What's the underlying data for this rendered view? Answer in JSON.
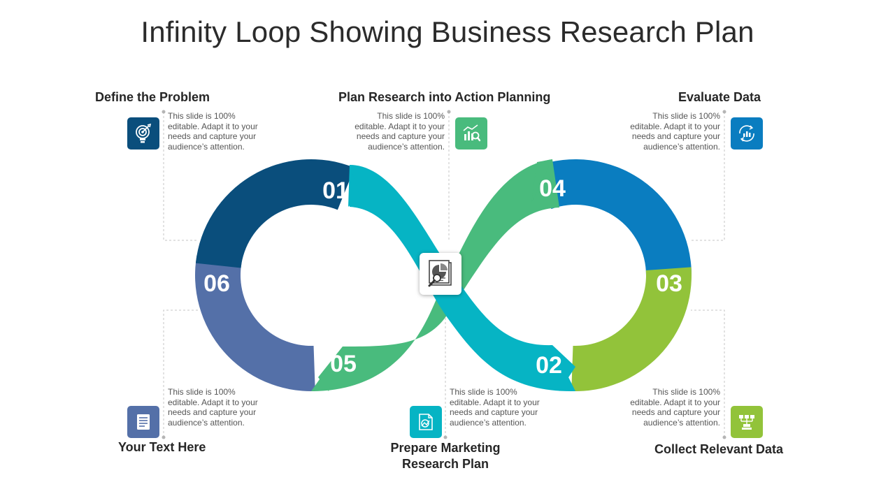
{
  "title": "Infinity Loop Showing Business Research Plan",
  "description_text": "This slide is 100% editable. Adapt it to your needs and capture your audience’s attention.",
  "steps": [
    {
      "number": "01",
      "heading": "Define the Problem",
      "color": "#0a4e7c",
      "icon": "target-bulb-icon"
    },
    {
      "number": "02",
      "heading": "Prepare Marketing Research Plan",
      "color": "#06b4c4",
      "icon": "report-chart-icon"
    },
    {
      "number": "03",
      "heading": "Collect Relevant Data",
      "color": "#92c33a",
      "icon": "data-tree-icon"
    },
    {
      "number": "04",
      "heading": "Evaluate Data",
      "color": "#0a7dc0",
      "icon": "cycle-chart-icon"
    },
    {
      "number": "05",
      "heading": "Plan Research into Action Planning",
      "color": "#49bb7d",
      "icon": "analytics-magnifier-icon"
    },
    {
      "number": "06",
      "heading": "Your Text Here",
      "color": "#5470a8",
      "icon": "document-icon"
    }
  ],
  "center_icon": "pie-chart-magnifier-icon"
}
